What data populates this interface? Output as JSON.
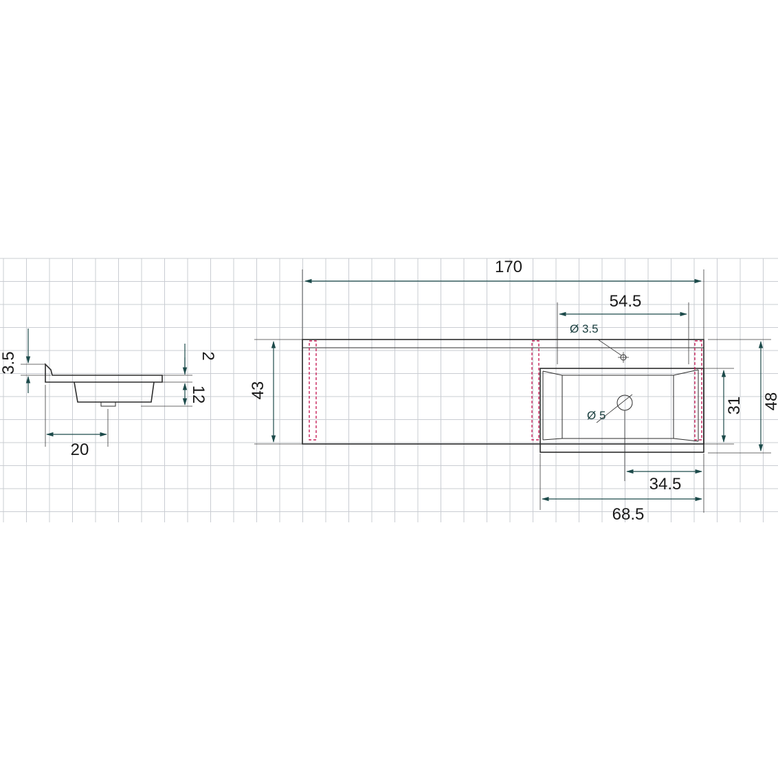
{
  "colors": {
    "grid": "#c9ccd2",
    "outline": "#2b2b2b",
    "hidden_lines": "#c8215a",
    "dimension_lines": "#1c4a4a"
  },
  "side_view": {
    "dimensions": {
      "rim_height": "3.5",
      "top_thickness": "2",
      "bowl_depth": "12",
      "drain_offset": "20"
    }
  },
  "top_view": {
    "dimensions": {
      "total_width": "170",
      "faucet_hole_offset": "54.5",
      "faucet_hole_diameter": "Ø 3.5",
      "drain_diameter": "Ø 5",
      "front_depth": "43",
      "total_depth": "48",
      "bowl_depth": "31",
      "drain_offset": "34.5",
      "bowl_section_width": "68.5"
    }
  }
}
